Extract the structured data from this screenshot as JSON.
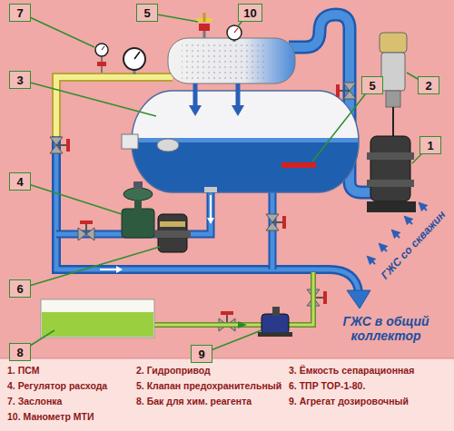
{
  "diagram": {
    "nodes": [
      {
        "text": [
          "7"
        ]
      },
      {
        "text": [
          "5"
        ]
      },
      {
        "text": [
          "10"
        ]
      },
      {
        "text": [
          "3"
        ]
      },
      {
        "text": [
          "5"
        ]
      },
      {
        "text": [
          "2"
        ]
      },
      {
        "text": [
          "1"
        ]
      },
      {
        "text": [
          "4"
        ]
      },
      {
        "text": [
          "6"
        ]
      },
      {
        "text": [
          "8"
        ]
      },
      {
        "text": [
          "9"
        ]
      }
    ],
    "labels": [
      "ГЖС со скважин",
      "ГЖС в общий коллектор"
    ],
    "legend": [
      {
        "text": "1. ПСМ"
      },
      {
        "text": "2. Гидропривод"
      },
      {
        "text": "3. Ёмкость сепарационная"
      },
      {
        "text": "4. Регулятор расхода"
      },
      {
        "text": "5. Клапан предохранительный"
      },
      {
        "text": "6. ТПР ТОР-1-80."
      },
      {
        "text": "7. Заслонка"
      },
      {
        "text": "8. Бак для хим. реагента"
      },
      {
        "text": "9. Агрегат дозировочный"
      },
      {
        "text": "10. Манометр МТИ"
      }
    ]
  }
}
